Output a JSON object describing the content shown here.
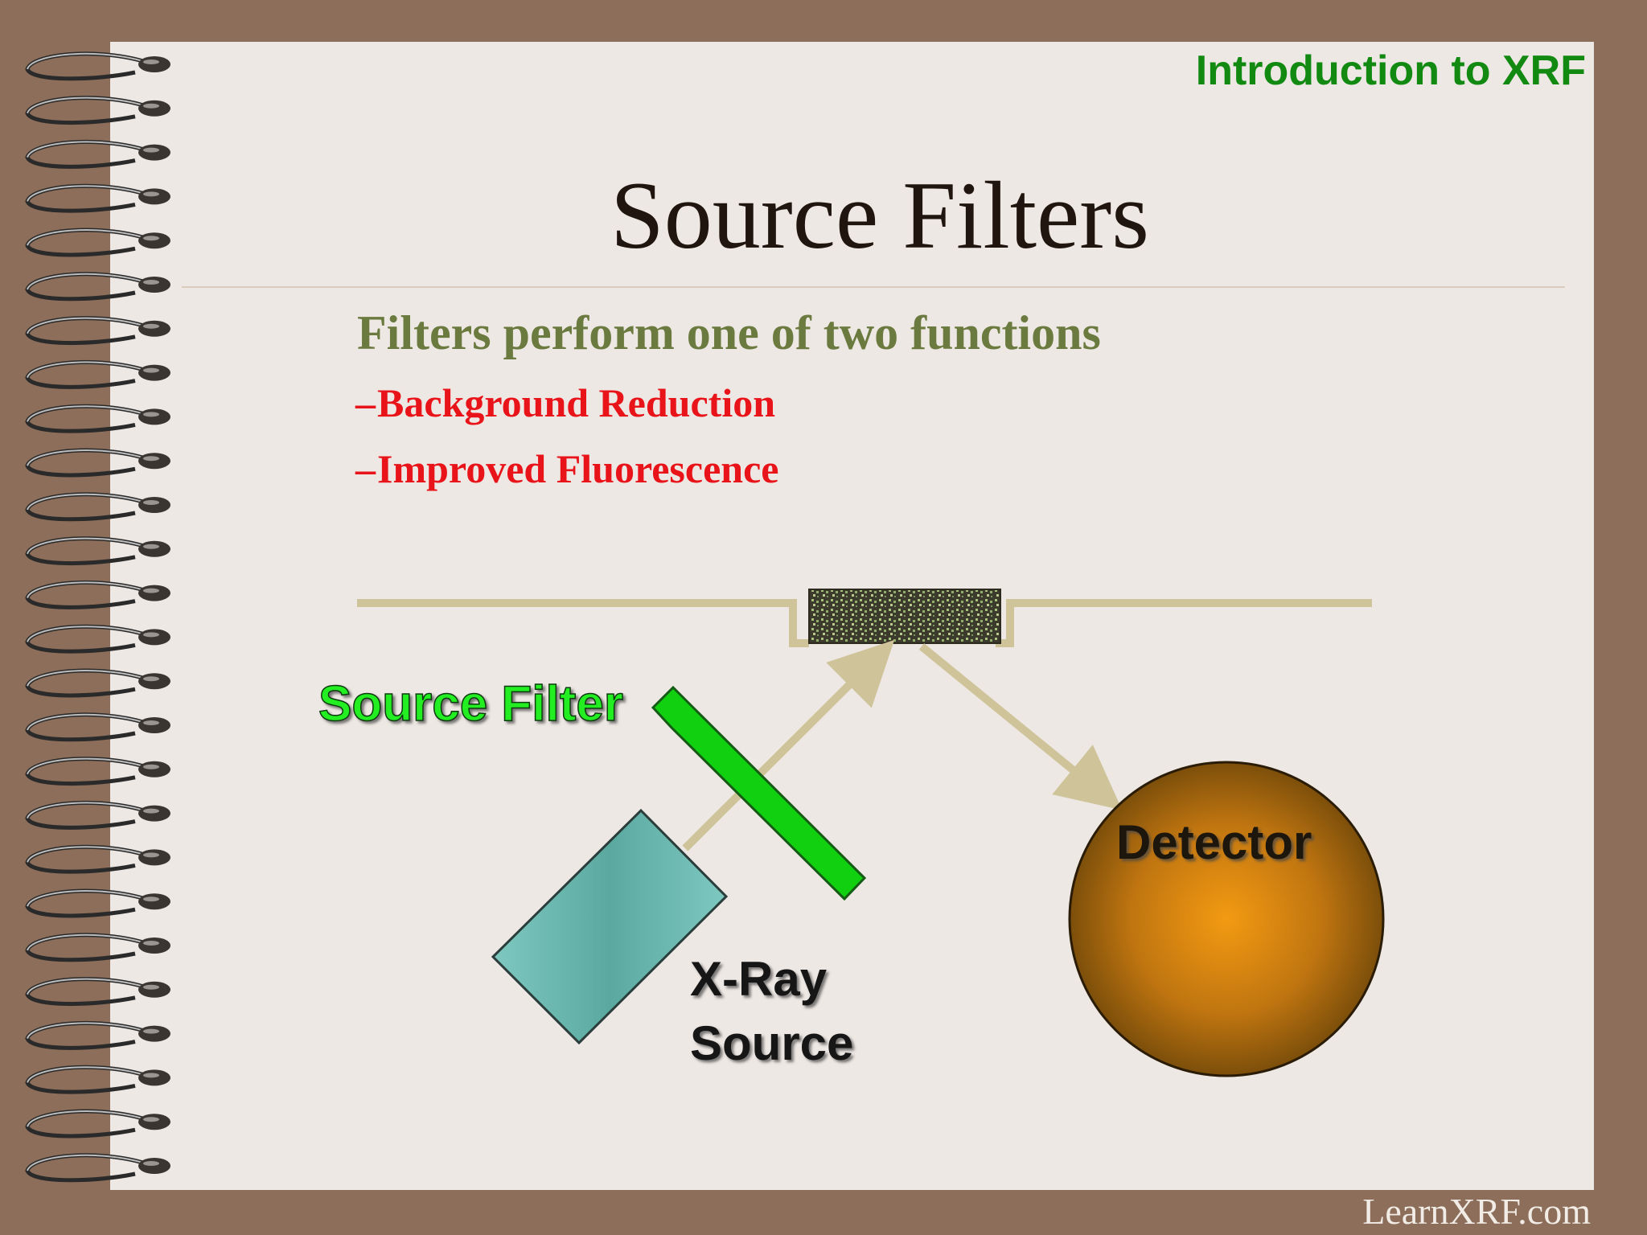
{
  "header": {
    "title": "Introduction to XRF"
  },
  "slide": {
    "title": "Source Filters",
    "bullet": "Filters perform one of two functions",
    "sub_bullets": [
      {
        "dash": "–",
        "text": "Background Reduction"
      },
      {
        "dash": "–",
        "text": "Improved Fluorescence"
      }
    ]
  },
  "diagram": {
    "labels": {
      "source_filter": "Source Filter",
      "detector": "Detector",
      "xray_line1": "X-Ray",
      "xray_line2": "Source"
    },
    "colors": {
      "filter": "#10d010",
      "filter_label": "#22ee22",
      "xray_source": "#6fbcb4",
      "beam": "#cfc39a",
      "detector": "#c77a0c",
      "sample_rail": "#cfc39a"
    }
  },
  "footer": {
    "site": "LearnXRF.com"
  },
  "colors": {
    "frame": "#8c6e5a",
    "page": "#eee8e4",
    "header": "#128a12",
    "bullet": "#6b7a3f",
    "sub_bullet": "#e8141a"
  }
}
